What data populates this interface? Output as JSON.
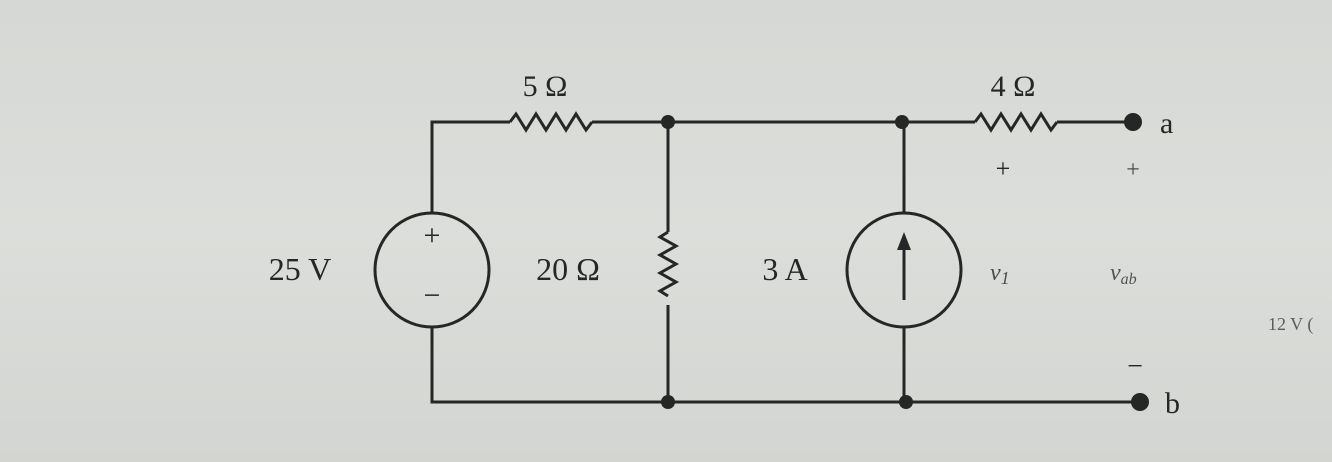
{
  "components": {
    "r1": {
      "label": "5 Ω"
    },
    "r2": {
      "label": "20 Ω"
    },
    "r3": {
      "label": "4 Ω"
    },
    "vsource": {
      "label": "25 V",
      "plus": "+",
      "minus": "−"
    },
    "isource": {
      "label": "3 A"
    }
  },
  "terminals": {
    "a": "a",
    "b": "b"
  },
  "voltages": {
    "v1": {
      "symbol": "v",
      "sub": "1",
      "plus": "+"
    },
    "vab": {
      "symbol": "v",
      "sub": "ab",
      "plus": "+",
      "minus": "−"
    }
  },
  "cutoff_text": "12 V ("
}
